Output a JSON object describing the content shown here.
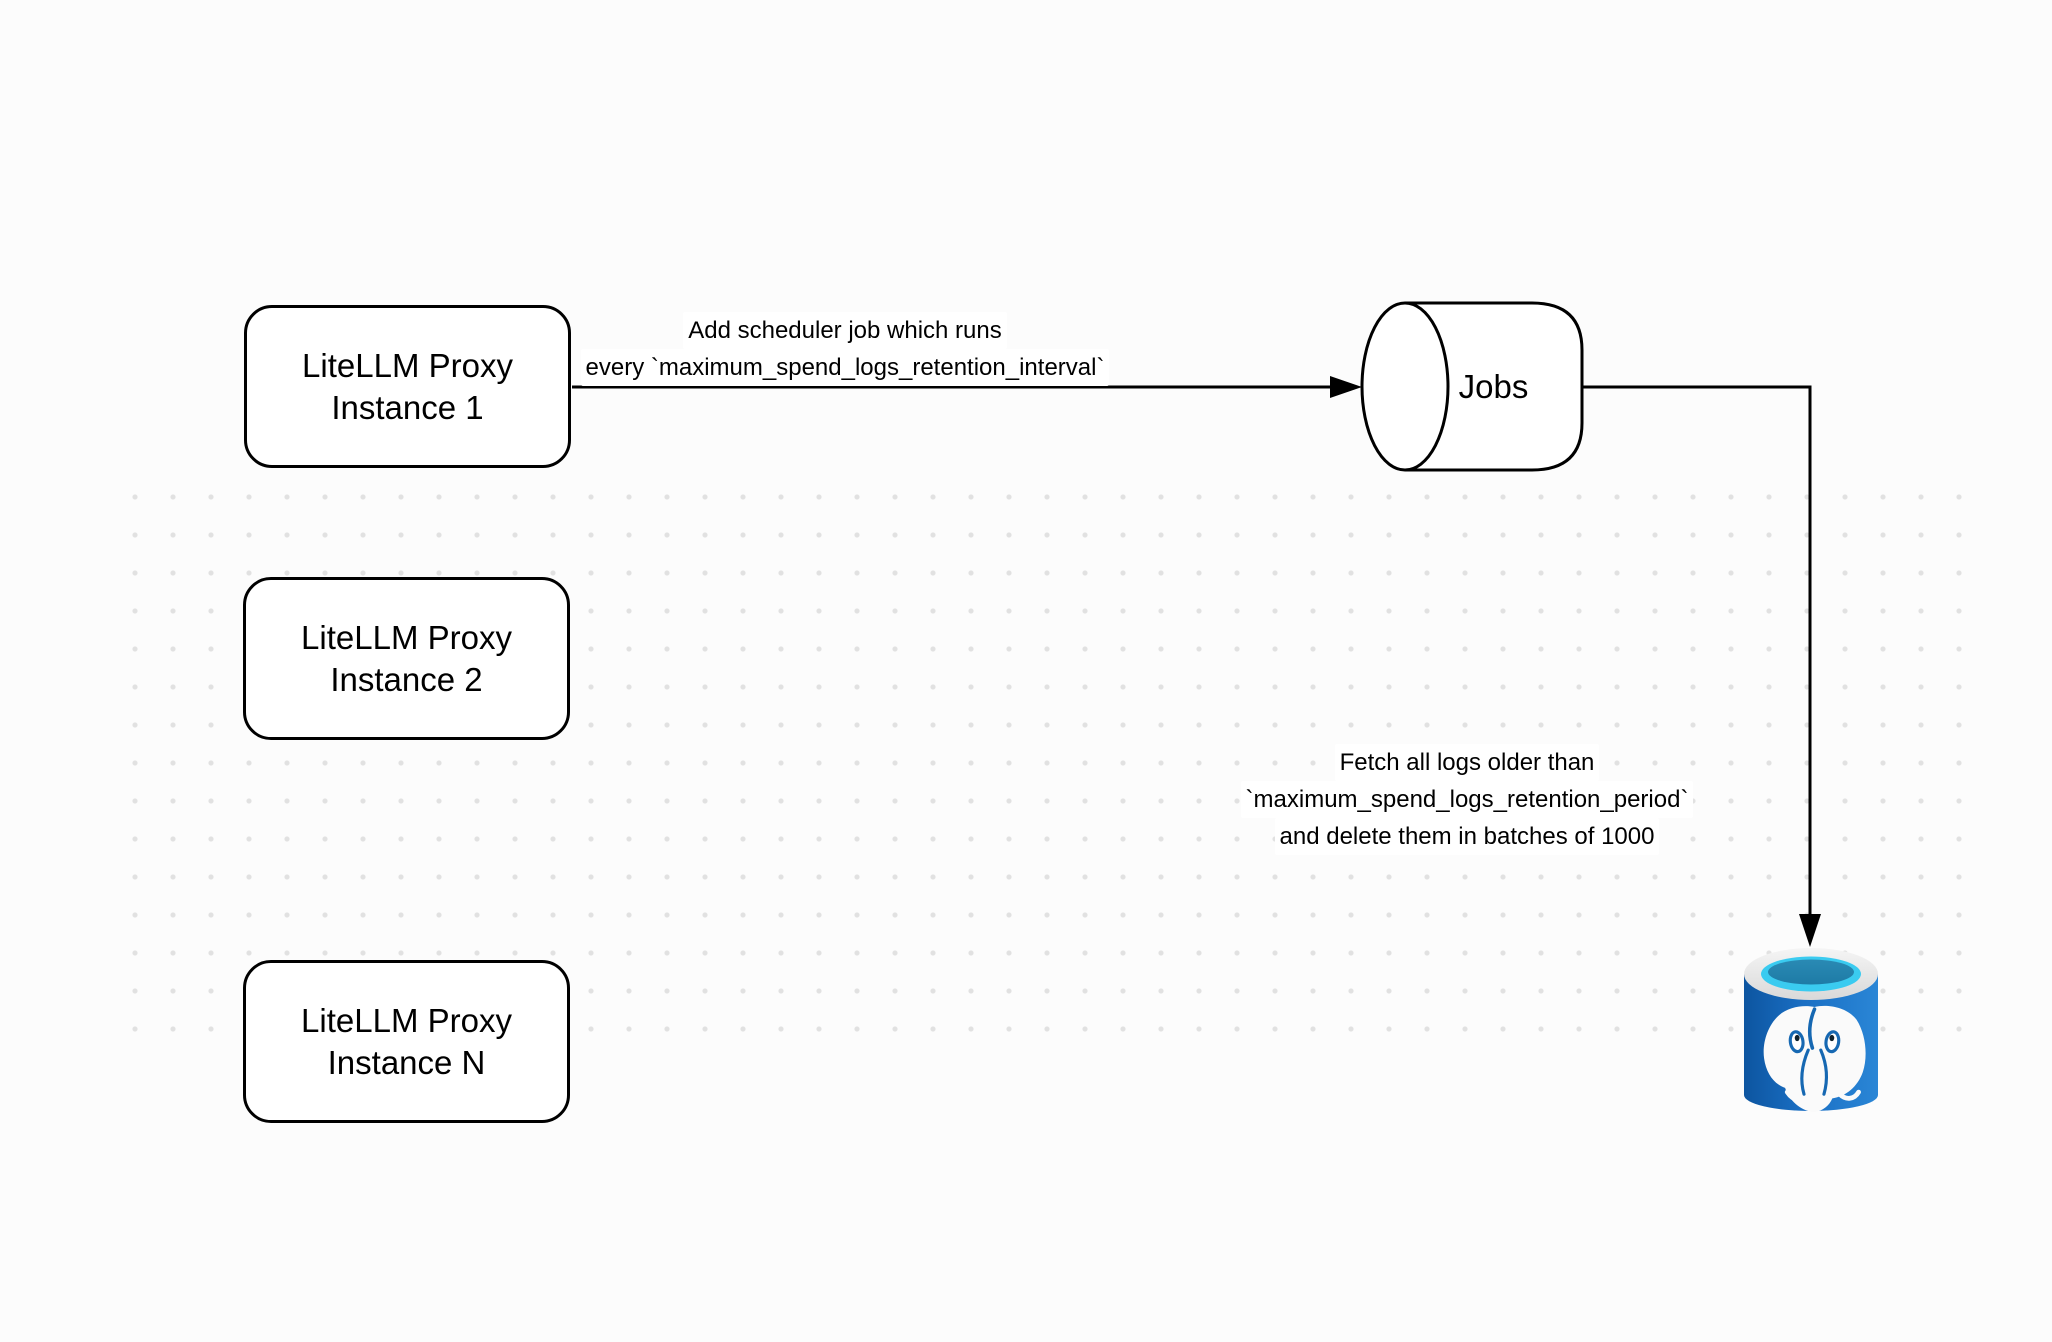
{
  "nodes": {
    "proxy1": {
      "line1": "LiteLLM Proxy",
      "line2": "Instance 1"
    },
    "proxy2": {
      "line1": "LiteLLM Proxy",
      "line2": "Instance 2"
    },
    "proxyN": {
      "line1": "LiteLLM Proxy",
      "line2": "Instance N"
    },
    "jobs": {
      "label": "Jobs"
    },
    "database": {
      "icon": "postgresql-database-icon"
    }
  },
  "edges": {
    "scheduler": {
      "line1": "Add scheduler job which runs",
      "line2": "every `maximum_spend_logs_retention_interval`"
    },
    "cleanup": {
      "line1": "Fetch all logs older than",
      "line2": "`maximum_spend_logs_retention_period`",
      "line3": "and delete them in batches of 1000"
    }
  },
  "colors": {
    "stroke": "#000000",
    "node_fill": "#ffffff",
    "canvas_background": "#fcfcfc",
    "grid_dot": "#e1e1e1",
    "postgres_blue": "#1a6fc4",
    "postgres_blue_dark": "#0d55a0",
    "postgres_cyan": "#3acbf0",
    "postgres_teal": "#1e7ba6",
    "postgres_rim": "#ececec"
  }
}
